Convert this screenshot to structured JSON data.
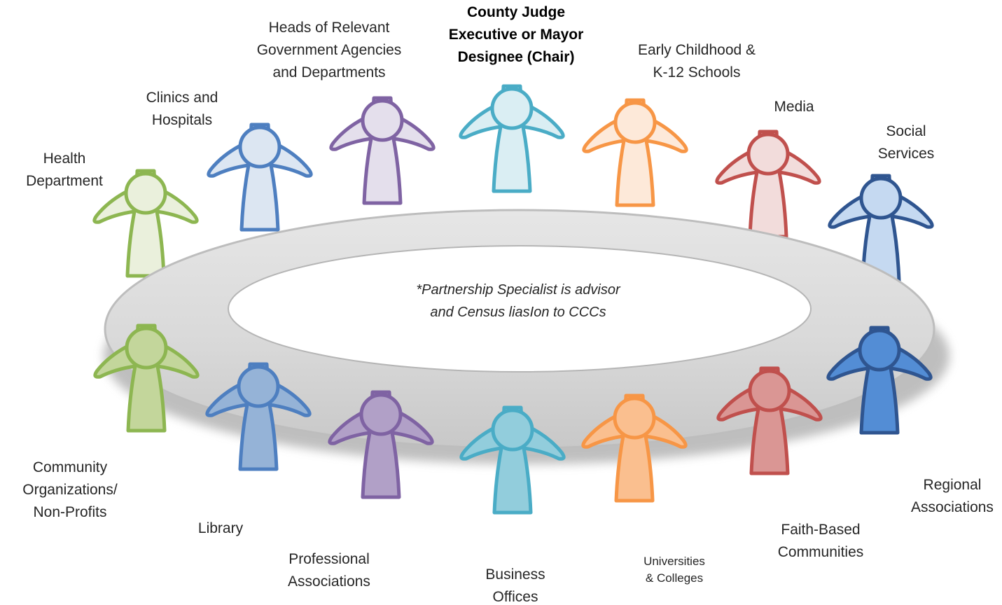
{
  "center_note": "*Partnership Specialist is advisor\nand Census liasIon to CCCs",
  "members": [
    {
      "key": "health-department",
      "label": "Health\nDepartment",
      "stroke": "#8db651",
      "fill": "#eaf0dc",
      "row": "back"
    },
    {
      "key": "clinics-hospitals",
      "label": "Clinics and\nHospitals",
      "stroke": "#4e7fc0",
      "fill": "#dce6f2",
      "row": "back"
    },
    {
      "key": "government-agencies",
      "label": "Heads of Relevant\nGovernment Agencies\nand Departments",
      "stroke": "#7f63a3",
      "fill": "#e4dfec",
      "row": "back"
    },
    {
      "key": "county-judge",
      "label": "County Judge\nExecutive or Mayor\nDesignee (Chair)",
      "stroke": "#4aacc6",
      "fill": "#daeef3",
      "row": "back",
      "bold": true
    },
    {
      "key": "early-childhood",
      "label": "Early Childhood &\nK-12 Schools",
      "stroke": "#f79646",
      "fill": "#fde9d9",
      "row": "back"
    },
    {
      "key": "media",
      "label": "Media",
      "stroke": "#c0504d",
      "fill": "#f2dcdb",
      "row": "back"
    },
    {
      "key": "social-services",
      "label": "Social\nServices",
      "stroke": "#2f5590",
      "fill": "#c5d9f1",
      "row": "back"
    },
    {
      "key": "community-organizations",
      "label": "Community\nOrganizations/\nNon-Profits",
      "stroke": "#8db651",
      "fill": "#c3d69b",
      "row": "front"
    },
    {
      "key": "library",
      "label": "Library",
      "stroke": "#4e7fc0",
      "fill": "#95b3d7",
      "row": "front"
    },
    {
      "key": "professional-associations",
      "label": "Professional\nAssociations",
      "stroke": "#7f63a3",
      "fill": "#b1a0c7",
      "row": "front"
    },
    {
      "key": "business-offices",
      "label": "Business\nOffices",
      "stroke": "#4aacc6",
      "fill": "#92cddc",
      "row": "front"
    },
    {
      "key": "universities-colleges",
      "label": "Universities\n& Colleges",
      "stroke": "#f79646",
      "fill": "#fabf8f",
      "row": "front"
    },
    {
      "key": "faith-based",
      "label": "Faith-Based\nCommunities",
      "stroke": "#c0504d",
      "fill": "#da9694",
      "row": "front"
    },
    {
      "key": "regional-associations",
      "label": "Regional\nAssociations",
      "stroke": "#2f5590",
      "fill": "#538dd5",
      "row": "front"
    }
  ]
}
